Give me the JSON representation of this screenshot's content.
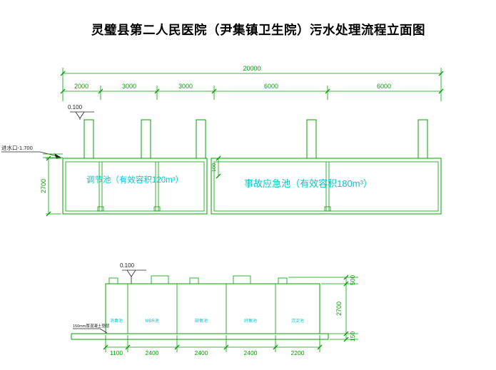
{
  "title": "灵璧县第二人民医院（尹集镇卫生院）污水处理流程立面图",
  "colors": {
    "line_green": "#00a000",
    "label_cyan": "#00c8c8"
  },
  "upper_view": {
    "total_dimension": "20000",
    "segment_dimensions": [
      "2000",
      "3000",
      "3000",
      "6000",
      "6000"
    ],
    "elevation_mark": "0.100",
    "inlet_label": "进水口-1.700",
    "depth_dimension": "2700",
    "freeboard_dimension": "100",
    "tank_labels": {
      "regulating": "调节池（有效容积120m³）",
      "emergency": "事故应急池（有效容积180m³）"
    }
  },
  "lower_view": {
    "elevation_mark": "0.100",
    "compartment_labels": [
      "消毒池",
      "MBR池",
      "缺氧池",
      "好氧池",
      "沉淀池"
    ],
    "base_note": "150mm厚混凝土垫层",
    "bottom_dimensions": [
      "1100",
      "2400",
      "2400",
      "2400",
      "2200"
    ],
    "right_dimensions": [
      "500",
      "2700",
      "150"
    ]
  }
}
